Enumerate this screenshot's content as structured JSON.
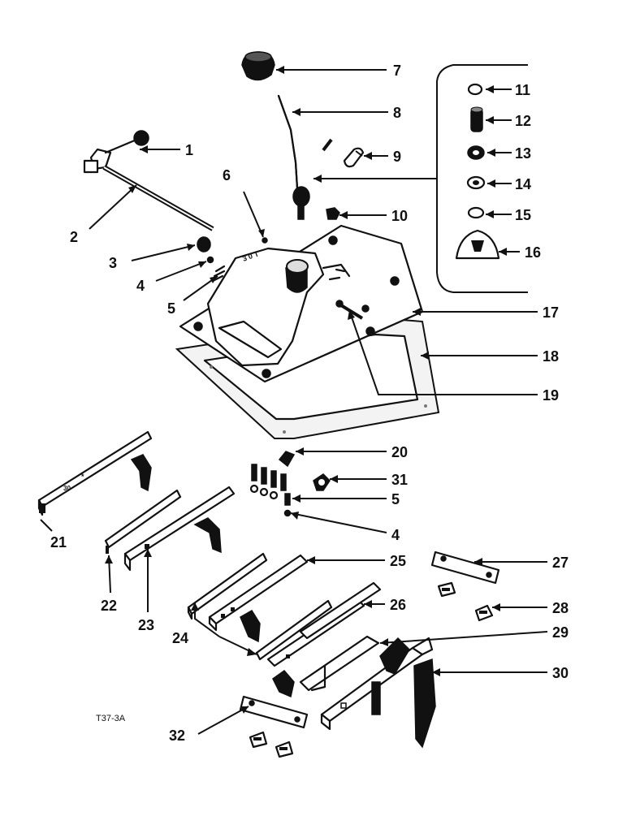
{
  "figure_code": "T37-3A",
  "callouts": [
    {
      "id": "c1",
      "label": "1"
    },
    {
      "id": "c2",
      "label": "2"
    },
    {
      "id": "c3",
      "label": "3"
    },
    {
      "id": "c4a",
      "label": "4"
    },
    {
      "id": "c5a",
      "label": "5"
    },
    {
      "id": "c6",
      "label": "6"
    },
    {
      "id": "c7",
      "label": "7"
    },
    {
      "id": "c8",
      "label": "8"
    },
    {
      "id": "c9",
      "label": "9"
    },
    {
      "id": "c10",
      "label": "10"
    },
    {
      "id": "c11",
      "label": "11"
    },
    {
      "id": "c12",
      "label": "12"
    },
    {
      "id": "c13",
      "label": "13"
    },
    {
      "id": "c14",
      "label": "14"
    },
    {
      "id": "c15",
      "label": "15"
    },
    {
      "id": "c16",
      "label": "16"
    },
    {
      "id": "c17",
      "label": "17"
    },
    {
      "id": "c18",
      "label": "18"
    },
    {
      "id": "c19",
      "label": "19"
    },
    {
      "id": "c20",
      "label": "20"
    },
    {
      "id": "c31",
      "label": "31"
    },
    {
      "id": "c5b",
      "label": "5"
    },
    {
      "id": "c4b",
      "label": "4"
    },
    {
      "id": "c21",
      "label": "21"
    },
    {
      "id": "c22",
      "label": "22"
    },
    {
      "id": "c23",
      "label": "23"
    },
    {
      "id": "c25",
      "label": "25"
    },
    {
      "id": "c27",
      "label": "27"
    },
    {
      "id": "c26",
      "label": "26"
    },
    {
      "id": "c28",
      "label": "28"
    },
    {
      "id": "c24",
      "label": "24"
    },
    {
      "id": "c29",
      "label": "29"
    },
    {
      "id": "c30",
      "label": "30"
    },
    {
      "id": "c32",
      "label": "32"
    }
  ]
}
